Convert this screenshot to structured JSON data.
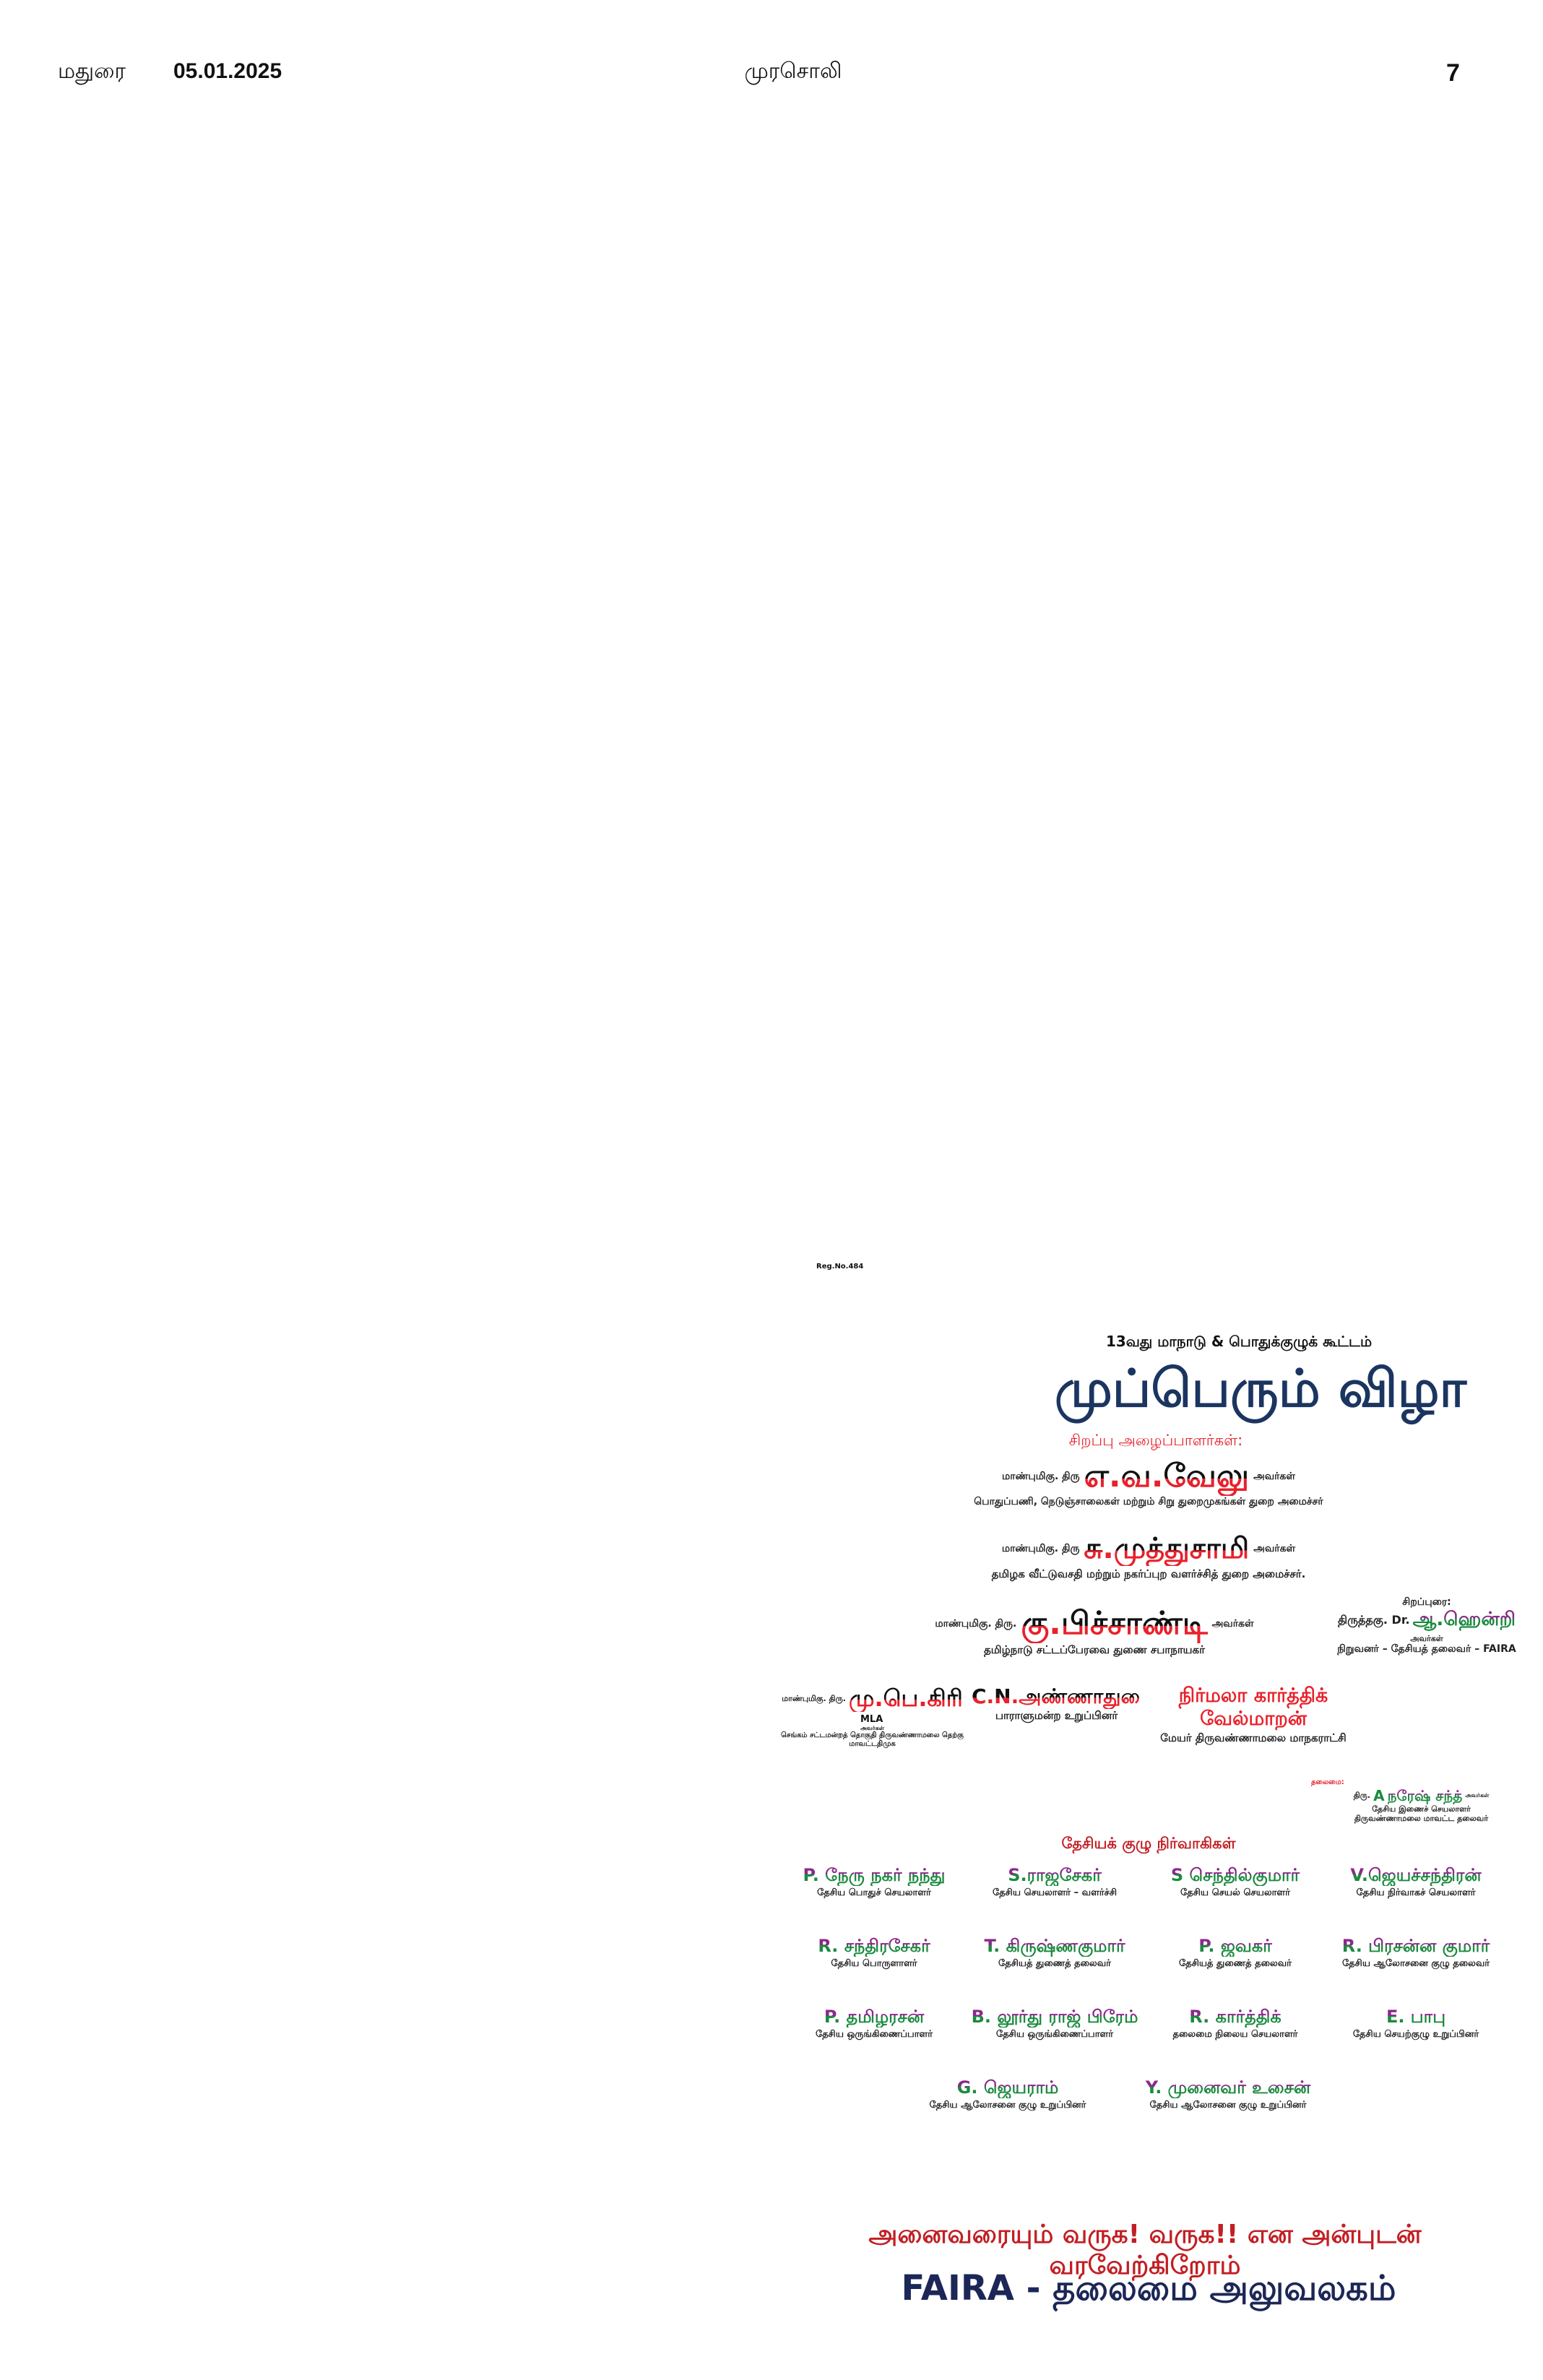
{
  "header": {
    "city": "மதுரை",
    "date": "05.01.2025",
    "newspaper": "முரசொலி",
    "page_number": "7"
  },
  "ad": {
    "reg_no": "Reg.No.484",
    "subtitle": "13வது மாநாடு & பொதுக்குழுக் கூட்டம்",
    "title": "முப்பெரும் விழா",
    "special_invitees_label": "சிறப்பு அழைப்பாளர்கள்:",
    "guests": [
      {
        "prefix": "மாண்புமிகு. திரு",
        "name": "எ.வ.வேலு",
        "suffix": "அவர்கள்",
        "role": "பொதுப்பணி, நெடுஞ்சாலைகள் மற்றும் சிறு துறைமுகங்கள் துறை அமைச்சர்"
      },
      {
        "prefix": "மாண்புமிகு. திரு",
        "name": "சு.முத்துசாமி",
        "suffix": "அவர்கள்",
        "role": "தமிழக வீட்டுவசதி மற்றும் நகர்ப்புற வளர்ச்சித் துறை அமைச்சர்."
      },
      {
        "prefix": "மாண்புமிகு. திரு.",
        "name": "கு.பிச்சாண்டி",
        "suffix": "அவர்கள்",
        "role": "தமிழ்நாடு சட்டப்பேரவை துணை சபாநாயகர்"
      }
    ],
    "keynote": {
      "label": "சிறப்புரை:",
      "prefix": "திருத்தகு. Dr.",
      "name": "ஆ.ஹென்றி",
      "suffix": "அவர்கள்",
      "role": "நிறுவனர் – தேசியத் தலைவர் – FAIRA"
    },
    "row_guests": [
      {
        "prefix": "மாண்புமிகு. திரு.",
        "name": "மு.பெ.கிரி",
        "badge": "MLA",
        "suffix": "அவர்கள்",
        "role": "செங்கம் சட்டமன்றத் தொகுதி திருவண்ணாமலை தெற்கு மாவட்டதிமுக"
      },
      {
        "name": "C.N.அண்ணாதுரை",
        "role": "பாராளுமன்ற உறுப்பினர்"
      },
      {
        "name": "நிர்மலா கார்த்திக் வேல்மாறன்",
        "role": "மேயர் திருவண்ணாமலை மாநகராட்சி"
      }
    ],
    "chair": {
      "label": "தலைமை:",
      "prefix": "திரு.",
      "initial": "A",
      "name": "நரேஷ் சந்த்",
      "suffix": "அவர்கள்",
      "role1": "தேசிய இணைச் செயலாளர்",
      "role2": "திருவண்ணாமலை மாவட்ட தலைவர்"
    },
    "committee_heading": "தேசியக் குழு நிர்வாகிகள்",
    "committee": [
      {
        "name": "P. நேரு நகர் நந்து",
        "role": "தேசிய பொதுச் செயலாளர்"
      },
      {
        "name": "S.ராஜசேகர்",
        "role": "தேசிய செயலாளர் – வளர்ச்சி"
      },
      {
        "name": "S செந்தில்குமார்",
        "role": "தேசிய செயல் செயலாளர்"
      },
      {
        "name": "V.ஜெயச்சந்திரன்",
        "role": "தேசிய நிர்வாகச் செயலாளர்"
      },
      {
        "name": "R. சந்திரசேகர்",
        "role": "தேசிய பொருளாளர்"
      },
      {
        "name": "T. கிருஷ்ணகுமார்",
        "role": "தேசியத் துணைத் தலைவர்"
      },
      {
        "name": "P. ஜவகர்",
        "role": "தேசியத் துணைத் தலைவர்"
      },
      {
        "name": "R. பிரசன்ன குமார்",
        "role": "தேசிய ஆலோசனை குழு தலைவர்"
      },
      {
        "name": "P. தமிழரசன்",
        "role": "தேசிய ஒருங்கிணைப்பாளர்"
      },
      {
        "name": "B. லூர்து ராஜ் பிரேம்",
        "role": "தேசிய ஒருங்கிணைப்பாளர்"
      },
      {
        "name": "R. கார்த்திக்",
        "role": "தலைமை நிலைய செயலாளர்"
      },
      {
        "name": "E. பாபு",
        "role": "தேசிய செயற்குழு உறுப்பினர்"
      },
      {
        "name": "G. ஜெயராம்",
        "role": "தேசிய ஆலோசனை குழு உறுப்பினர்"
      },
      {
        "name": "Y. முனைவர் உசைன்",
        "role": "தேசிய ஆலோசனை குழு உறுப்பினர்"
      }
    ],
    "welcome": "அனைவரையும் வருக! வருக!! என அன்புடன் வரவேற்கிறோம்",
    "footer": {
      "org": "FAIRA -",
      "office": "தலைமை அலுவலகம்"
    },
    "colors": {
      "title": "#1b3560",
      "red": "#e8212b",
      "purple": "#8a2a8a",
      "green": "#1a8a3e",
      "welcome": "#c11f24",
      "footer": "#1c2757"
    }
  }
}
